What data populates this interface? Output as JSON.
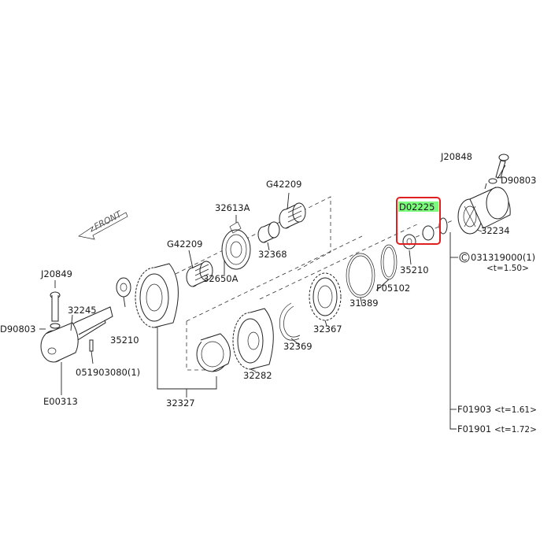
{
  "highlight": {
    "part_number": "D02225",
    "box_color": "#e02020",
    "fill_color": "#7CFC7C"
  },
  "front_label": "FRONT",
  "labels": {
    "j20848": "J20848",
    "d90803_r": "D90803",
    "g42209_top": "G42209",
    "p32613a": "32613A",
    "g42209_mid": "G42209",
    "p32368": "32368",
    "p32650a": "32650A",
    "p32234": "32234",
    "p35210_r": "35210",
    "f05102": "F05102",
    "p31389": "31389",
    "p32367": "32367",
    "p32369": "32369",
    "p32282": "32282",
    "p32327": "32327",
    "j20849": "J20849",
    "p32245": "32245",
    "d90803_l": "D90803",
    "p35210_l": "35210",
    "p051903080": "051903080(1)",
    "e00313": "E00313"
  },
  "shim_list": [
    {
      "code": "031319000(1)",
      "note": "<t=1.50>",
      "circled": "C"
    },
    {
      "code": "F01903",
      "note": "<t=1.61>",
      "circled": ""
    },
    {
      "code": "F01901",
      "note": "<t=1.72>",
      "circled": ""
    }
  ]
}
